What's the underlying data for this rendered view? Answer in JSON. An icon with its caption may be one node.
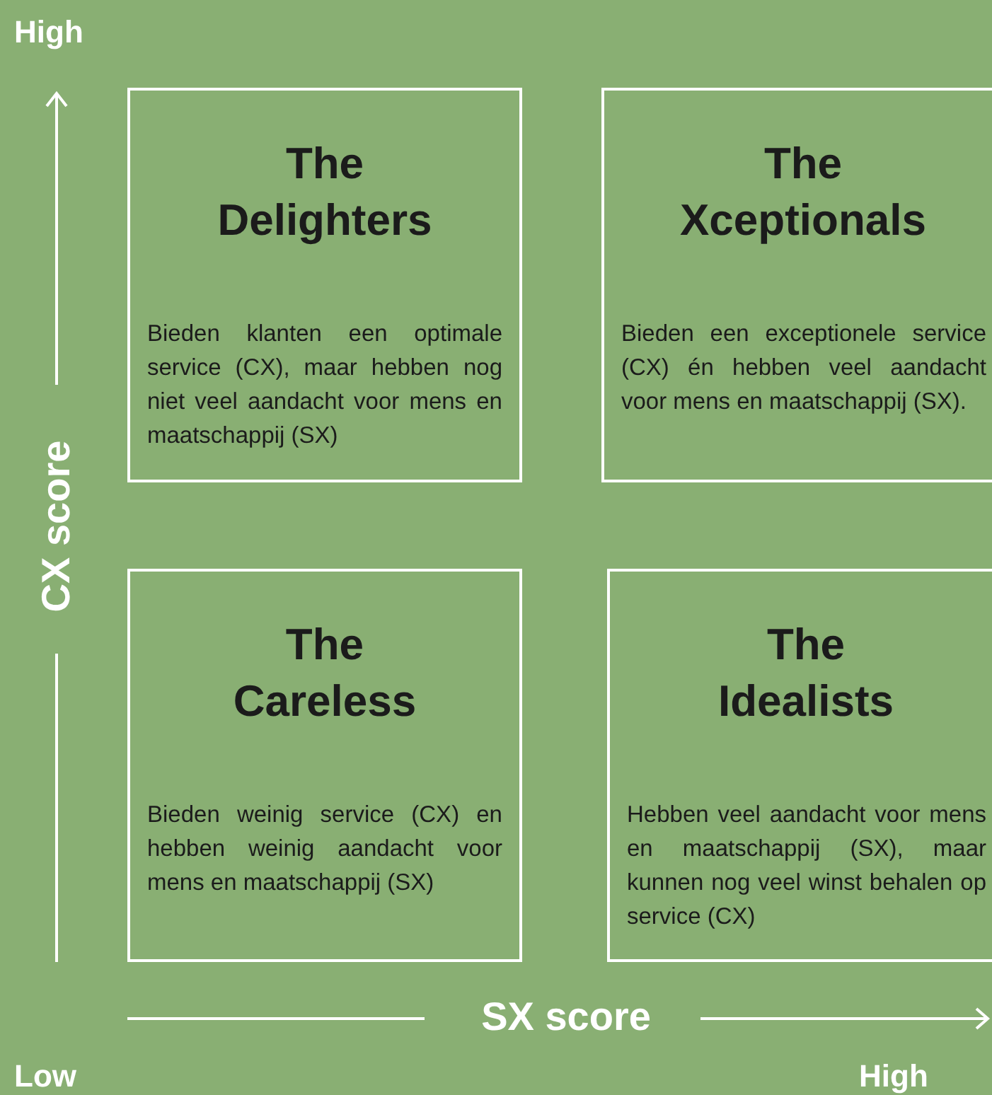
{
  "diagram": {
    "nodes": [
      {
        "text": [
          "The Delighters",
          "Bieden klanten een optimale service (CX), maar hebben nog niet veel aandacht voor mens en maatschappij (SX)"
        ]
      },
      {
        "text": [
          "The Xceptionals",
          "Bieden een exceptionele service (CX) én hebben veel aandacht voor mens en maatschappij (SX)."
        ]
      },
      {
        "text": [
          "The Careless",
          "Bieden weinig service (CX) en hebben weinig aandacht voor mens en maatschappij (SX)"
        ]
      },
      {
        "text": [
          "The Idealists",
          "Hebben veel aandacht voor mens en maatschappij (SX), maar kunnen nog veel winst behalen op service (CX)"
        ]
      }
    ],
    "labels": [
      "High",
      "CX score",
      "SX score",
      "Low",
      "High"
    ]
  }
}
